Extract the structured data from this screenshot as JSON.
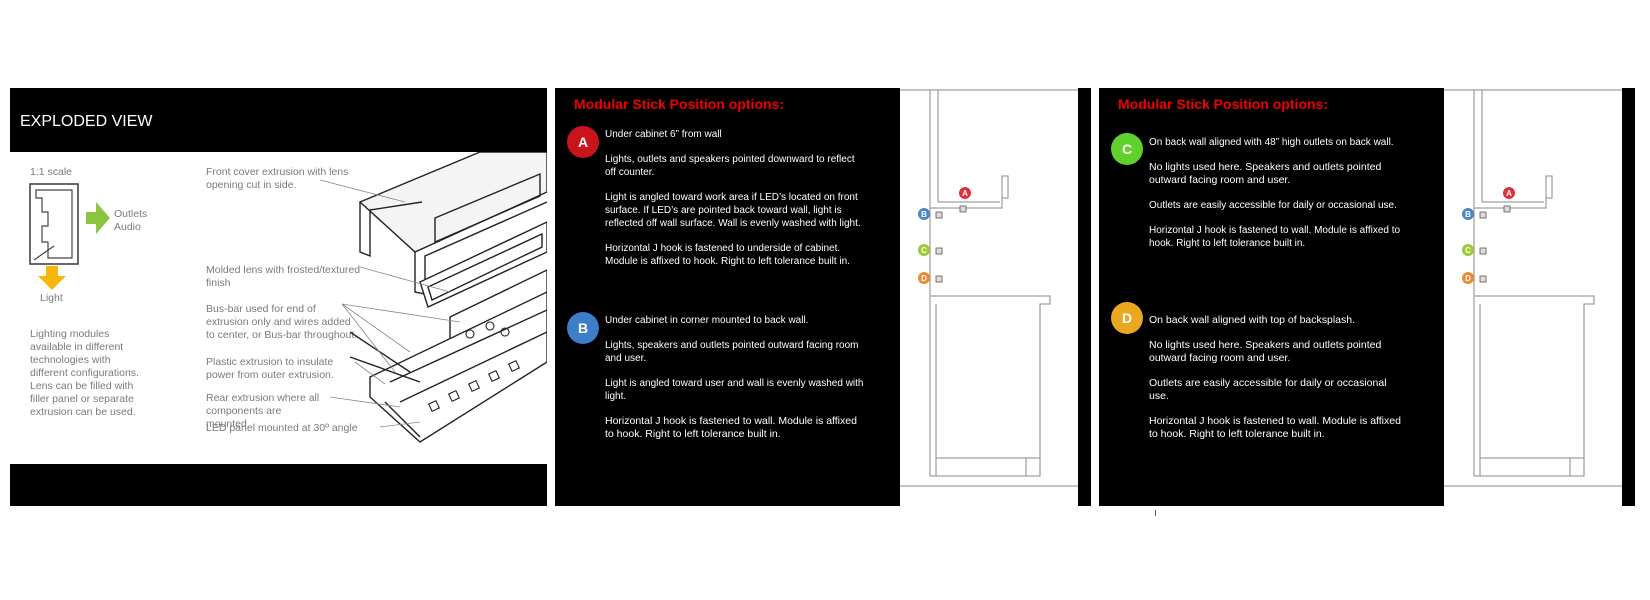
{
  "exploded": {
    "title": "EXPLODED VIEW",
    "scale": "1:1 scale",
    "outlets": "Outlets",
    "audio": "Audio",
    "light": "Light",
    "note": "Lighting modules available in different technologies with different configurations. Lens can be filled with filler panel or separate extrusion can be used.",
    "labels": [
      "Front cover extrusion with lens opening cut in side.",
      "Molded lens with frosted/textured finish",
      "Bus-bar used for end of extrusion only and wires added to center, or Bus-bar throughout.",
      "Plastic extrusion to insulate power from outer extrusion.",
      "Rear extrusion where all components are mounted.",
      "LED panel mounted at 30º angle"
    ]
  },
  "panel_ab": {
    "title": "Modular Stick Position options:",
    "options": [
      {
        "letter": "A",
        "color": "#c8151b",
        "lines": [
          "Under cabinet 6” from wall",
          "Lights, outlets and speakers pointed downward to reflect off counter.",
          "Light is angled toward work area if LED’s located on front surface. If LED’s are pointed back toward wall, light is reflected off wall surface.  Wall is evenly washed with light.",
          "Horizontal J hook is fastened to underside of cabinet. Module is affixed to hook. Right to left tolerance built in."
        ]
      },
      {
        "letter": "B",
        "color": "#3d7ec9",
        "lines": [
          "Under cabinet in corner mounted to back wall.",
          "Lights, speakers and outlets pointed outward facing room and user.",
          "Light is angled toward user and wall is evenly washed with light.",
          "Horizontal J hook is fastened to wall.  Module is affixed to hook. Right to left tolerance built in."
        ]
      }
    ]
  },
  "panel_cd": {
    "title": "Modular Stick Position options:",
    "options": [
      {
        "letter": "C",
        "color": "#5fd02c",
        "lines": [
          "On back wall aligned with 48” high outlets on back wall.",
          "No lights used here.  Speakers and outlets pointed outward facing room and user.",
          "Outlets are easily accessible for daily or occasional use.",
          "Horizontal J hook is fastened to wall. Module is affixed to hook. Right to left tolerance built in."
        ]
      },
      {
        "letter": "D",
        "color": "#e9a81d",
        "lines": [
          "On back wall aligned with top of backsplash.",
          "No lights used here.  Speakers and outlets pointed outward facing room and user.",
          "Outlets are easily accessible for daily or occasional use.",
          "Horizontal J hook is fastened to wall. Module is affixed to hook. Right to left tolerance built in."
        ]
      }
    ]
  },
  "markers": {
    "A": {
      "letter": "A",
      "color": "#e0303e"
    },
    "B": {
      "letter": "B",
      "color": "#4a86c8"
    },
    "C": {
      "letter": "C",
      "color": "#9cc83a"
    },
    "D": {
      "letter": "D",
      "color": "#ef8a2e"
    }
  }
}
